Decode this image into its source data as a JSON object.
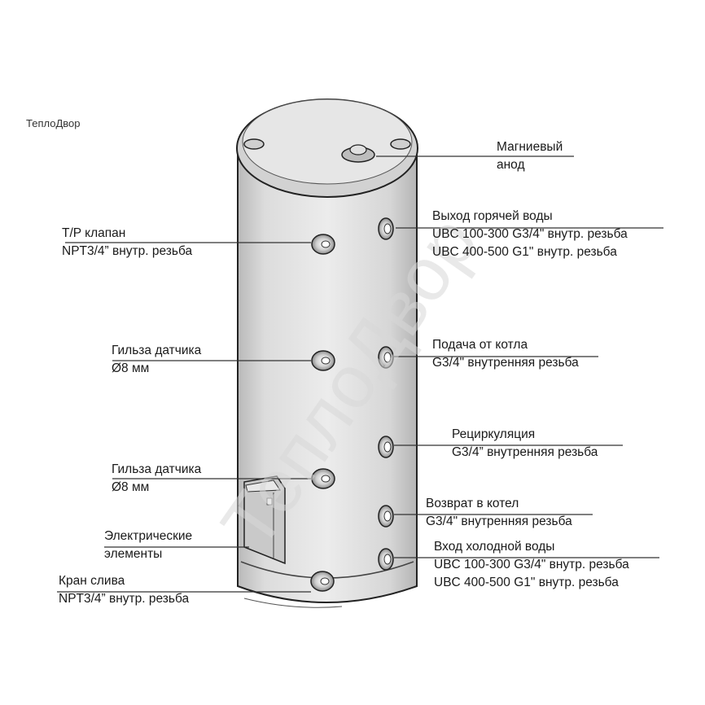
{
  "brand": "ТеплоДвор",
  "watermark": "ТеплоДвор",
  "labels": {
    "anode": [
      "Магниевый",
      "анод"
    ],
    "hot_water": [
      "Выход горячей воды",
      "UBC 100-300 G3/4\" внутр. резьба",
      "UBC 400-500 G1\" внутр. резьба"
    ],
    "tp_valve": [
      "T/P клапан",
      "NPT3/4” внутр. резьба"
    ],
    "boiler_supply": [
      "Подача от котла",
      "G3/4\" внутренняя резьба"
    ],
    "sensor_1": [
      "Гильза датчика",
      "Ø8 мм"
    ],
    "recirculation": [
      "Рециркуляция",
      "G3/4” внутренняя резьба"
    ],
    "sensor_2": [
      "Гильза датчика",
      "Ø8 мм"
    ],
    "boiler_return": [
      "Возврат в котел",
      "G3/4\" внутренняя резьба"
    ],
    "electric": [
      "Электрические",
      "элементы"
    ],
    "cold_water": [
      "Вход холодной воды",
      "UBC 100-300 G3/4\" внутр. резьба",
      "UBC 400-500 G1\" внутр. резьба"
    ],
    "drain": [
      "Кран слива",
      "NPT3/4” внутр. резьба"
    ]
  }
}
